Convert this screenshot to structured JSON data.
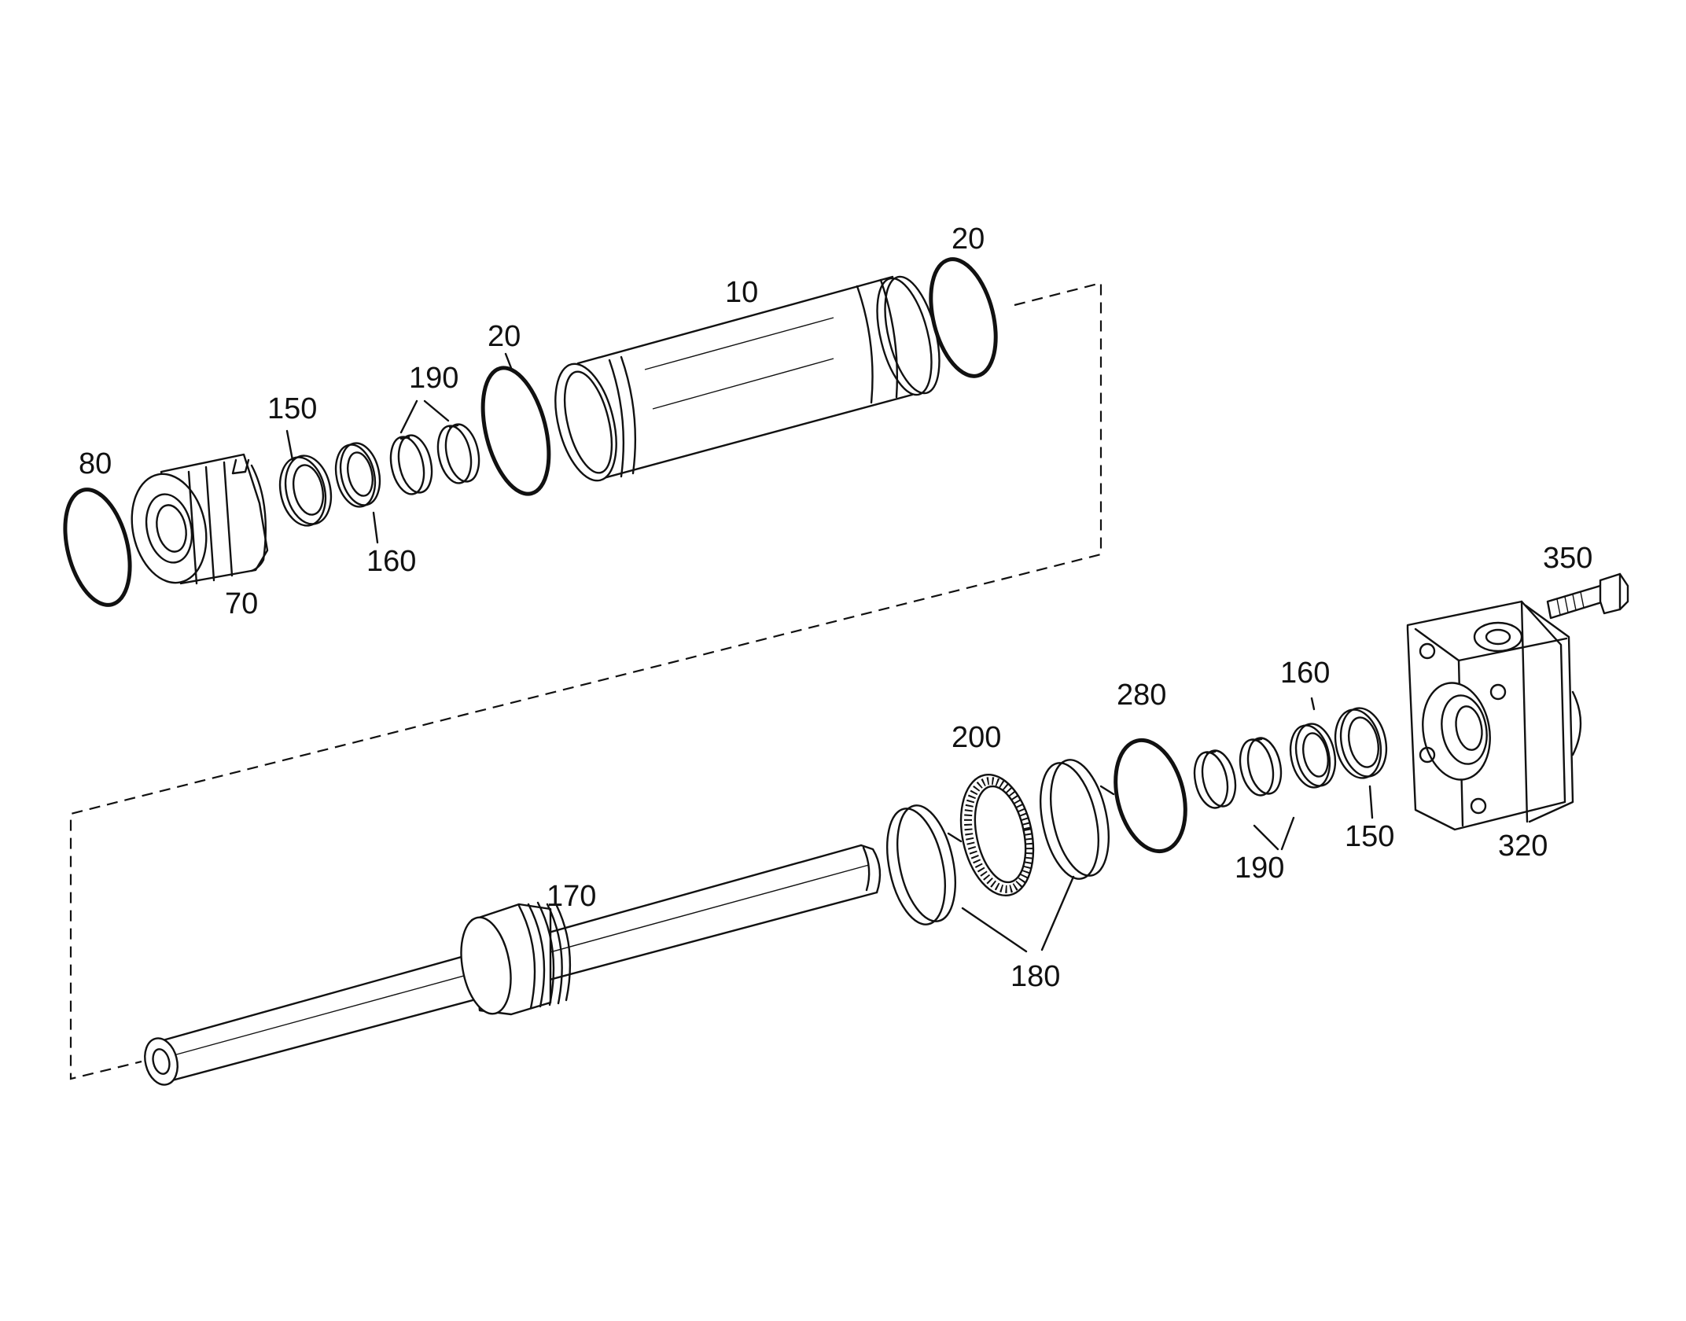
{
  "labels": {
    "p10": "10",
    "p20a": "20",
    "p20b": "20",
    "p70": "70",
    "p80": "80",
    "p150a": "150",
    "p150b": "150",
    "p160a": "160",
    "p160b": "160",
    "p170": "170",
    "p180": "180",
    "p190a": "190",
    "p190b": "190",
    "p200": "200",
    "p280": "280",
    "p320": "320",
    "p350": "350"
  }
}
